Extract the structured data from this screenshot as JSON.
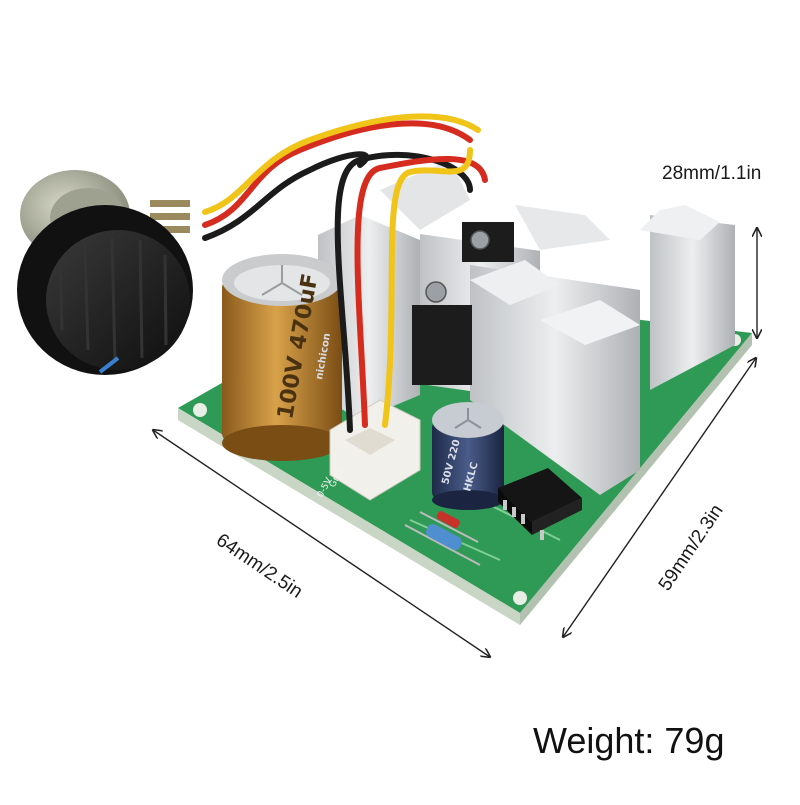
{
  "dimensions": {
    "height_label": "28mm/1.1in",
    "length_label": "64mm/2.5in",
    "width_label": "59mm/2.3in"
  },
  "weight_label": "Weight: 79g",
  "board": {
    "connector_label_gnd": "Gnd",
    "connector_label_signal": "0-5V",
    "big_capacitor_text": "100V 470uF",
    "big_capacitor_brand": "nichicon",
    "small_capacitor_text": "50V 220",
    "small_capacitor_brand": "HKLC"
  },
  "colors": {
    "pcb": "#2f9a55",
    "pcb_edge": "#e9f1e6",
    "heatsink": "#d6d8da",
    "capacitor_gold": "#b07a2e",
    "capacitor_blue": "#2c3c63",
    "wire_red": "#d62b1f",
    "wire_yellow": "#f0c419",
    "wire_black": "#1b1b1b",
    "knob": "#1e1e1e",
    "knob_marker": "#3a7fd0"
  }
}
